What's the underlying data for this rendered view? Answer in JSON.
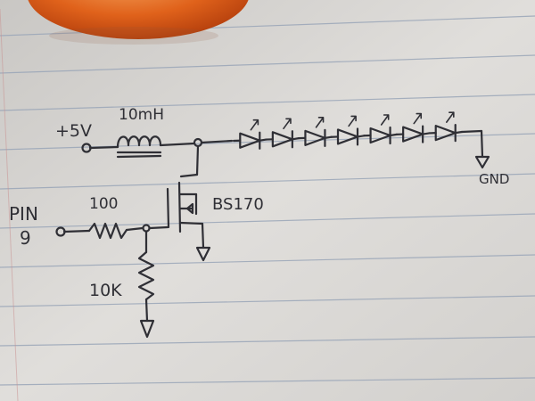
{
  "labels": {
    "supply": "+5V",
    "inductor": "10mH",
    "transistor": "BS170",
    "ground": "GND",
    "pin_word": "PIN",
    "pin_number": "9",
    "gate_resistor": "100",
    "pulldown_resistor": "10K"
  },
  "components": {
    "led_count": 7
  },
  "colors": {
    "ink": "#2f2f35",
    "paper": "#d9d7d4",
    "rule_line": "#9aa6b8",
    "margin_line": "#c98f8f",
    "apple": "#e0621b"
  }
}
